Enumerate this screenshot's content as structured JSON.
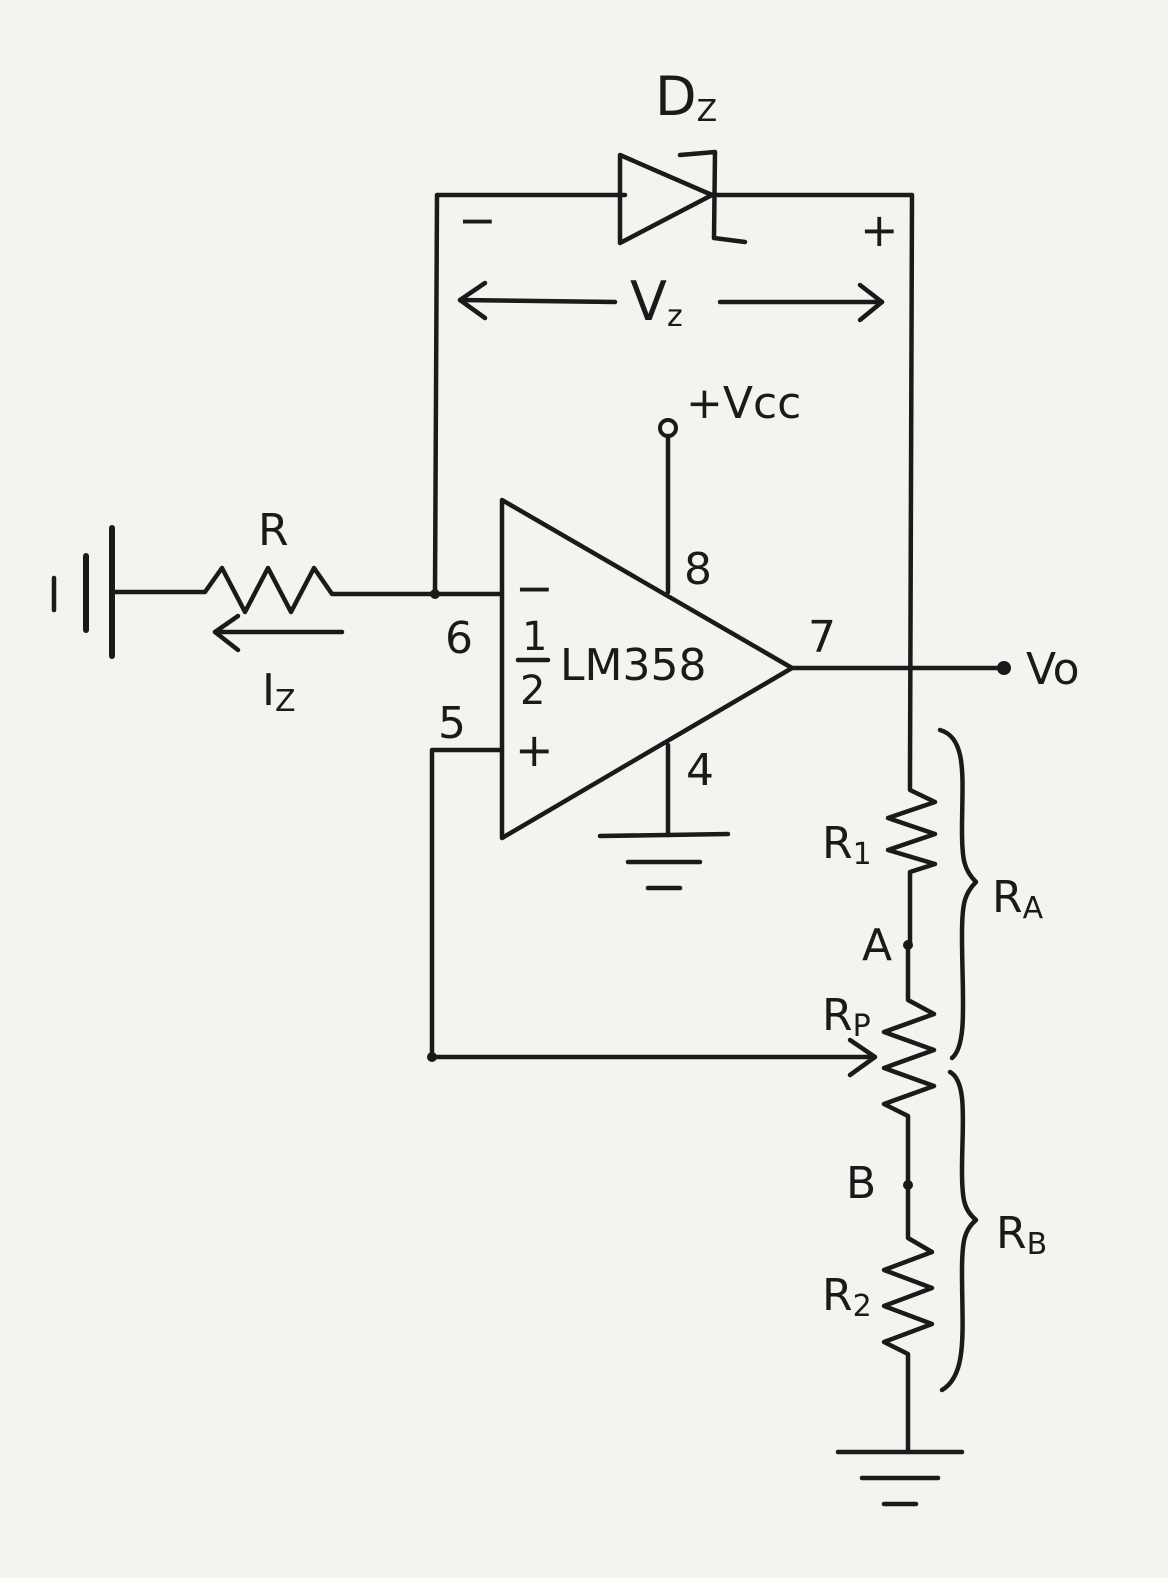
{
  "diagram": {
    "zener": {
      "name": "D",
      "sub": "Z",
      "minus": "−",
      "plus": "+"
    },
    "vz": {
      "name": "V",
      "sub": "z"
    },
    "vcc": "+Vcc",
    "resistor_r": "R",
    "current": {
      "name": "I",
      "sub": "Z"
    },
    "battery": "1",
    "opamp": {
      "fraction_num": "1",
      "fraction_den": "2",
      "part": "LM358",
      "inv": "−",
      "noninv": "+"
    },
    "pins": {
      "p8": "8",
      "p6": "6",
      "p5": "5",
      "p7": "7",
      "p4": "4"
    },
    "output": "Vo",
    "r1": {
      "name": "R",
      "sub": "1"
    },
    "node_a": "A",
    "rp": {
      "name": "R",
      "sub": "P"
    },
    "node_b": "B",
    "r2": {
      "name": "R",
      "sub": "2"
    },
    "ra": {
      "name": "R",
      "sub": "A"
    },
    "rb": {
      "name": "R",
      "sub": "B"
    }
  }
}
